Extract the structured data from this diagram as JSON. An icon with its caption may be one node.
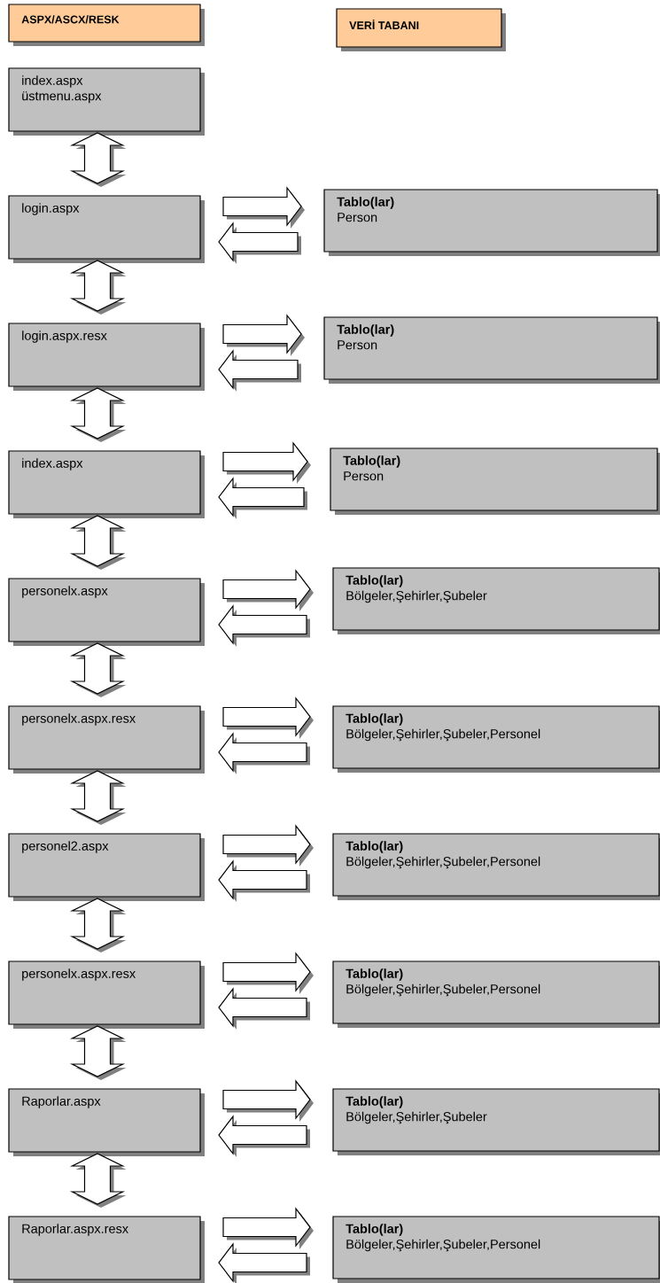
{
  "diagram": {
    "nodes": [
      {
        "text": [
          "ASPX/ASCX/RESK"
        ]
      },
      {
        "text": [
          "VERİ TABANI"
        ]
      },
      {
        "text": [
          "index.aspx",
          "üstmenu.aspx"
        ]
      },
      {
        "text": [
          "login.aspx"
        ]
      },
      {
        "text": [
          "Tablo(lar)",
          "Person"
        ]
      },
      {
        "text": [
          "login.aspx.resx"
        ]
      },
      {
        "text": [
          "Tablo(lar)",
          "Person"
        ]
      },
      {
        "text": [
          "index.aspx"
        ]
      },
      {
        "text": [
          "Tablo(lar)",
          "Person"
        ]
      },
      {
        "text": [
          "personelx.aspx"
        ]
      },
      {
        "text": [
          "Tablo(lar)",
          "Bölgeler,Şehirler,Şubeler"
        ]
      },
      {
        "text": [
          "personelx.aspx.resx"
        ]
      },
      {
        "text": [
          "Tablo(lar)",
          "Bölgeler,Şehirler,Şubeler,Personel"
        ]
      },
      {
        "text": [
          "personel2.aspx"
        ]
      },
      {
        "text": [
          "Tablo(lar)",
          "Bölgeler,Şehirler,Şubeler,Personel"
        ]
      },
      {
        "text": [
          "personelx.aspx.resx"
        ]
      },
      {
        "text": [
          "Tablo(lar)",
          "Bölgeler,Şehirler,Şubeler,Personel"
        ]
      },
      {
        "text": [
          "Raporlar.aspx"
        ]
      },
      {
        "text": [
          "Tablo(lar)",
          "Bölgeler,Şehirler,Şubeler"
        ]
      },
      {
        "text": [
          "Raporlar.aspx.resx"
        ]
      },
      {
        "text": [
          "Tablo(lar)",
          "Bölgeler,Şehirler,Şubeler,Personel"
        ]
      }
    ],
    "edges": [
      {
        "from": 2,
        "to": 3,
        "arrow": "both"
      },
      {
        "from": 3,
        "to": 4,
        "arrow": "to"
      },
      {
        "from": 4,
        "to": 3,
        "arrow": "to"
      },
      {
        "from": 3,
        "to": 5,
        "arrow": "both"
      },
      {
        "from": 5,
        "to": 6,
        "arrow": "to"
      },
      {
        "from": 6,
        "to": 5,
        "arrow": "to"
      },
      {
        "from": 5,
        "to": 7,
        "arrow": "both"
      },
      {
        "from": 7,
        "to": 8,
        "arrow": "to"
      },
      {
        "from": 8,
        "to": 7,
        "arrow": "to"
      },
      {
        "from": 7,
        "to": 9,
        "arrow": "both"
      },
      {
        "from": 9,
        "to": 10,
        "arrow": "to"
      },
      {
        "from": 10,
        "to": 9,
        "arrow": "to"
      },
      {
        "from": 9,
        "to": 11,
        "arrow": "both"
      },
      {
        "from": 11,
        "to": 12,
        "arrow": "to"
      },
      {
        "from": 12,
        "to": 11,
        "arrow": "to"
      },
      {
        "from": 11,
        "to": 13,
        "arrow": "both"
      },
      {
        "from": 13,
        "to": 14,
        "arrow": "to"
      },
      {
        "from": 14,
        "to": 13,
        "arrow": "to"
      },
      {
        "from": 13,
        "to": 15,
        "arrow": "both"
      },
      {
        "from": 15,
        "to": 16,
        "arrow": "to"
      },
      {
        "from": 16,
        "to": 15,
        "arrow": "to"
      },
      {
        "from": 15,
        "to": 17,
        "arrow": "both"
      },
      {
        "from": 17,
        "to": 18,
        "arrow": "to"
      },
      {
        "from": 18,
        "to": 17,
        "arrow": "to"
      },
      {
        "from": 17,
        "to": 19,
        "arrow": "both"
      },
      {
        "from": 19,
        "to": 20,
        "arrow": "to"
      },
      {
        "from": 20,
        "to": 19,
        "arrow": "to"
      }
    ]
  }
}
